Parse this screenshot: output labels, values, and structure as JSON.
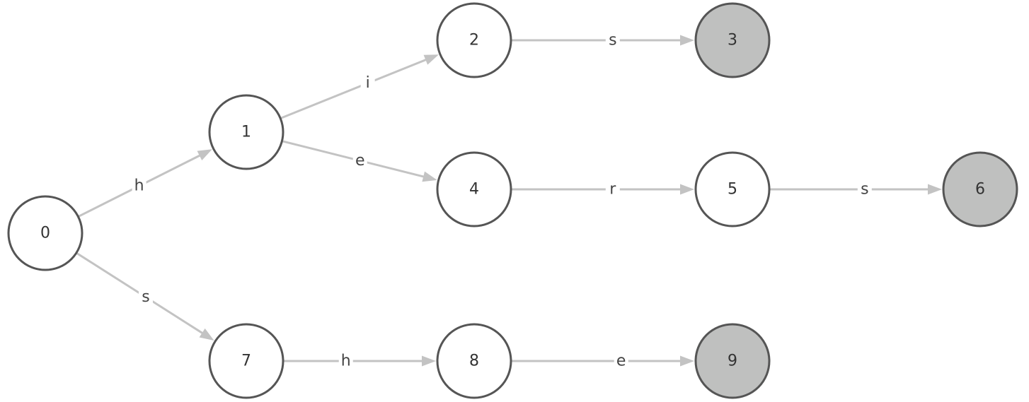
{
  "trie": {
    "nodes": [
      {
        "id": "0",
        "label": "0",
        "terminal": false
      },
      {
        "id": "1",
        "label": "1",
        "terminal": false
      },
      {
        "id": "2",
        "label": "2",
        "terminal": false
      },
      {
        "id": "3",
        "label": "3",
        "terminal": true
      },
      {
        "id": "4",
        "label": "4",
        "terminal": false
      },
      {
        "id": "5",
        "label": "5",
        "terminal": false
      },
      {
        "id": "6",
        "label": "6",
        "terminal": true
      },
      {
        "id": "7",
        "label": "7",
        "terminal": false
      },
      {
        "id": "8",
        "label": "8",
        "terminal": false
      },
      {
        "id": "9",
        "label": "9",
        "terminal": true
      }
    ],
    "edges": [
      {
        "from": "0",
        "to": "1",
        "label": "h"
      },
      {
        "from": "1",
        "to": "2",
        "label": "i"
      },
      {
        "from": "2",
        "to": "3",
        "label": "s"
      },
      {
        "from": "1",
        "to": "4",
        "label": "e"
      },
      {
        "from": "4",
        "to": "5",
        "label": "r"
      },
      {
        "from": "5",
        "to": "6",
        "label": "s"
      },
      {
        "from": "0",
        "to": "7",
        "label": "s"
      },
      {
        "from": "7",
        "to": "8",
        "label": "h"
      },
      {
        "from": "8",
        "to": "9",
        "label": "e"
      }
    ]
  },
  "colors": {
    "edge": "#c3c3c3",
    "node_stroke": "#555555",
    "node_fill": "#ffffff",
    "terminal_fill": "#bfc0bf",
    "label": "#333333"
  }
}
